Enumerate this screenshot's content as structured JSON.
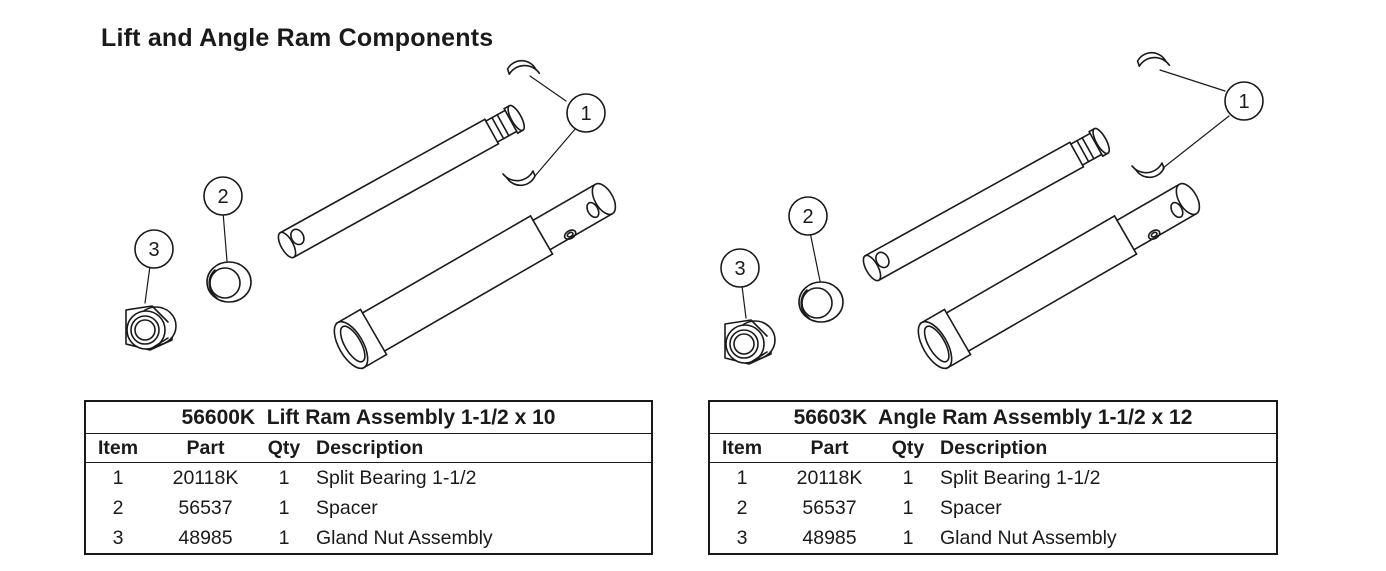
{
  "page_title": "Lift and Angle Ram Components",
  "callouts": {
    "n1": "1",
    "n2": "2",
    "n3": "3"
  },
  "tables": [
    {
      "assembly_number": "56600K",
      "assembly_name": "Lift Ram Assembly 1-1/2 x 10",
      "headers": [
        "Item",
        "Part",
        "Qty",
        "Description"
      ],
      "rows": [
        {
          "item": "1",
          "part": "20118K",
          "qty": "1",
          "description": "Split Bearing 1-1/2"
        },
        {
          "item": "2",
          "part": "56537",
          "qty": "1",
          "description": "Spacer"
        },
        {
          "item": "3",
          "part": "48985",
          "qty": "1",
          "description": "Gland Nut Assembly"
        }
      ]
    },
    {
      "assembly_number": "56603K",
      "assembly_name": "Angle Ram Assembly 1-1/2 x 12",
      "headers": [
        "Item",
        "Part",
        "Qty",
        "Description"
      ],
      "rows": [
        {
          "item": "1",
          "part": "20118K",
          "qty": "1",
          "description": "Split Bearing 1-1/2"
        },
        {
          "item": "2",
          "part": "56537",
          "qty": "1",
          "description": "Spacer"
        },
        {
          "item": "3",
          "part": "48985",
          "qty": "1",
          "description": "Gland Nut Assembly"
        }
      ]
    }
  ]
}
